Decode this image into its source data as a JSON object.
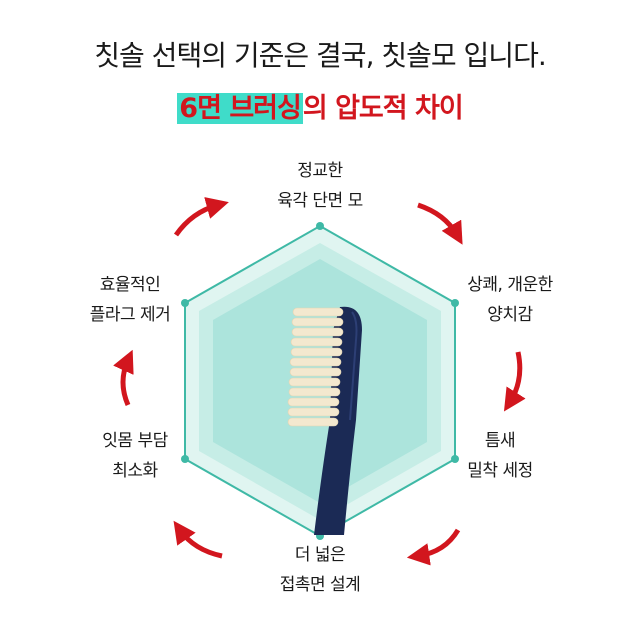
{
  "headline": "칫솔 선택의 기준은 결국, 칫솔모 입니다.",
  "subheadline": {
    "highlight": "6면 브러싱",
    "rest": "의 압도적 차이"
  },
  "features": [
    {
      "line1": "정교한",
      "line2": "육각 단면 모"
    },
    {
      "line1": "상쾌, 개운한",
      "line2": "양치감"
    },
    {
      "line1": "틈새",
      "line2": "밀착 세정"
    },
    {
      "line1": "더 넓은",
      "line2": "접촉면 설계"
    },
    {
      "line1": "잇몸 부담",
      "line2": "최소화"
    },
    {
      "line1": "효율적인",
      "line2": "플라그 제거"
    }
  ],
  "colors": {
    "accent_red": "#d2161e",
    "teal": "#3fb9a6",
    "highlight": "#3fdcc9",
    "brush_navy": "#1b2a55"
  }
}
